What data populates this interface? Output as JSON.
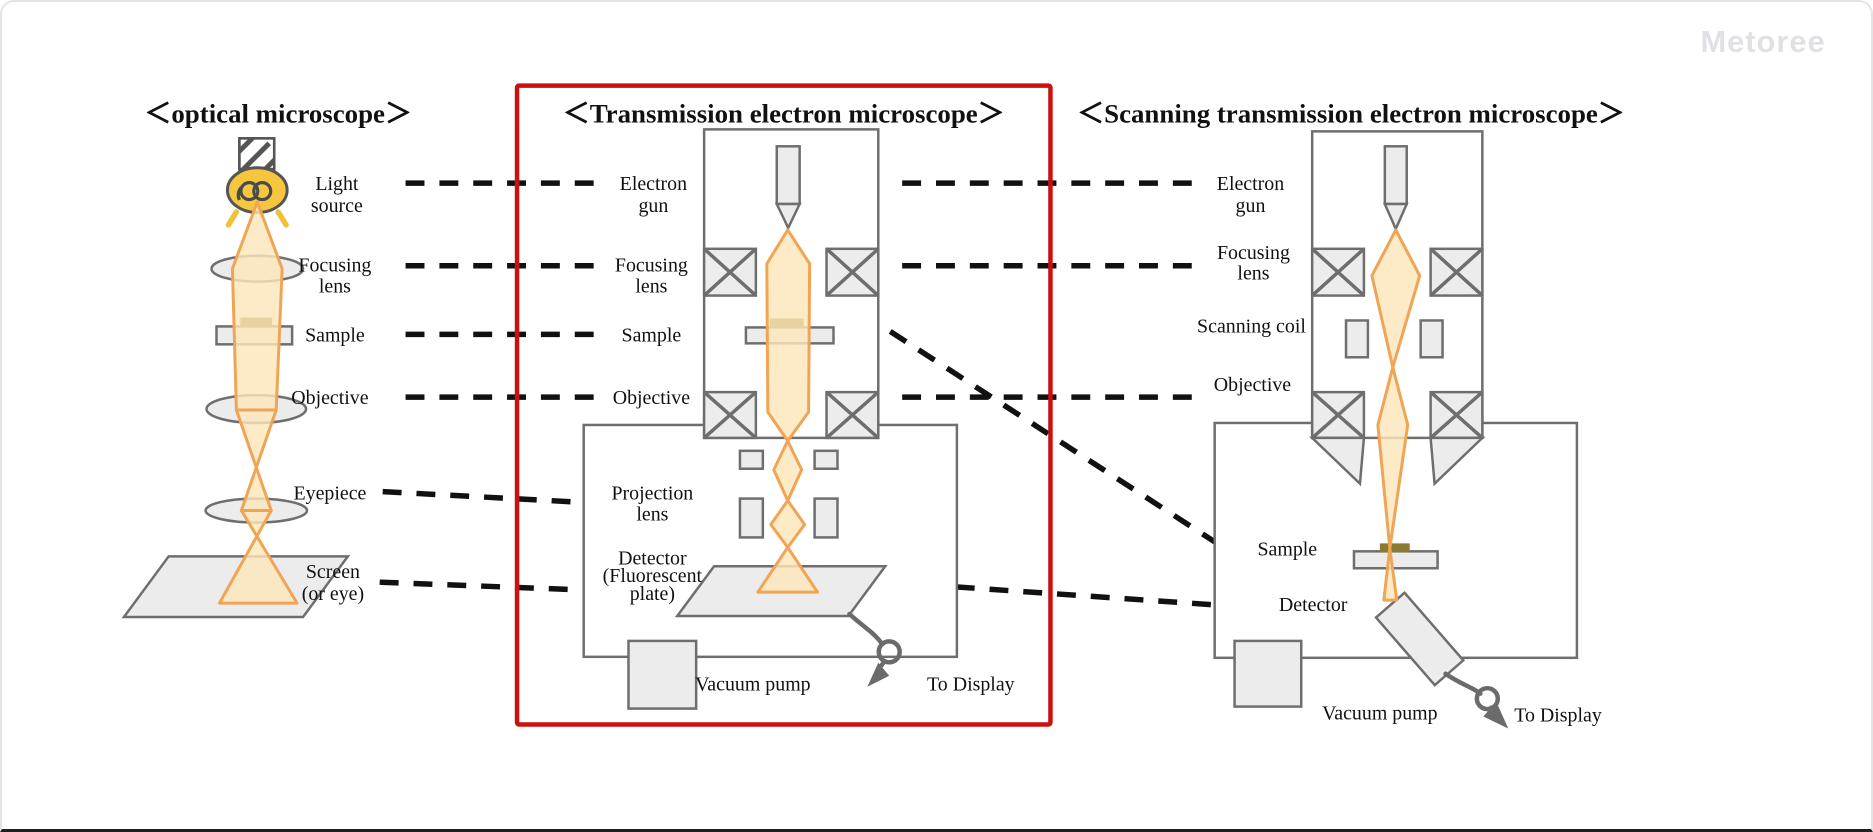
{
  "watermark": {
    "logo": "Metoree"
  },
  "colors": {
    "red_frame": "#cc0f0f",
    "beam_fill": "#fbe7ba",
    "beam_stroke": "#f0a455",
    "bulb_yellow": "#f6c73e",
    "component_fill": "#ececec",
    "component_stroke": "#6e6e6e",
    "sample_dark": "#8a7a33",
    "dash_black": "#111111",
    "cable_gray": "#6b6b6b",
    "logo_gray": "#e1e1e5"
  },
  "optical": {
    "title": "＜optical microscope＞",
    "label_light_1": "Light",
    "label_light_2": "source",
    "label_focusing_1": "Focusing",
    "label_focusing_2": "lens",
    "label_sample": "Sample",
    "label_objective": "Objective",
    "label_eyepiece": "Eyepiece",
    "label_screen_1": "Screen",
    "label_screen_2": "(or eye)"
  },
  "tem": {
    "title": "＜Transmission electron microscope＞",
    "label_gun_1": "Electron",
    "label_gun_2": "gun",
    "label_focusing_1": "Focusing",
    "label_focusing_2": "lens",
    "label_sample": "Sample",
    "label_objective": "Objective",
    "label_projection_1": "Projection",
    "label_projection_2": "lens",
    "label_detector_1": "Detector",
    "label_detector_2": "(Fluorescent",
    "label_detector_3": "plate)",
    "label_vacuum_pump": "Vacuum pump",
    "label_to_display": "To Display"
  },
  "stem": {
    "title": "＜Scanning transmission electron microscope＞",
    "label_gun_1": "Electron",
    "label_gun_2": "gun",
    "label_focusing_1": "Focusing",
    "label_focusing_2": "lens",
    "label_scanning_coil": "Scanning coil",
    "label_objective": "Objective",
    "label_sample": "Sample",
    "label_detector": "Detector",
    "label_vacuum_pump": "Vacuum pump",
    "label_to_display": "To Display"
  }
}
